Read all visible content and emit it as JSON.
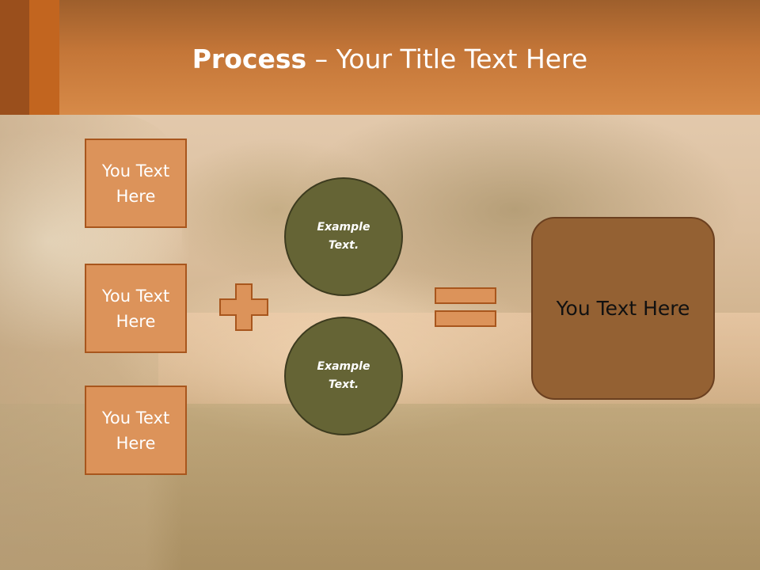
{
  "title": {
    "bold": "Process",
    "dash": " – ",
    "rest": "Your Title Text Here"
  },
  "left_boxes": [
    {
      "text": "You Text Here"
    },
    {
      "text": "You Text Here"
    },
    {
      "text": "You Text Here"
    }
  ],
  "circles": [
    {
      "text": "Example Text."
    },
    {
      "text": "Example Text."
    }
  ],
  "result": {
    "text": "You Text Here"
  },
  "colors": {
    "header": "#c47638",
    "box_fill": "#dc935a",
    "box_border": "#a8561d",
    "circle_fill": "#656435",
    "result_fill": "#946133"
  }
}
